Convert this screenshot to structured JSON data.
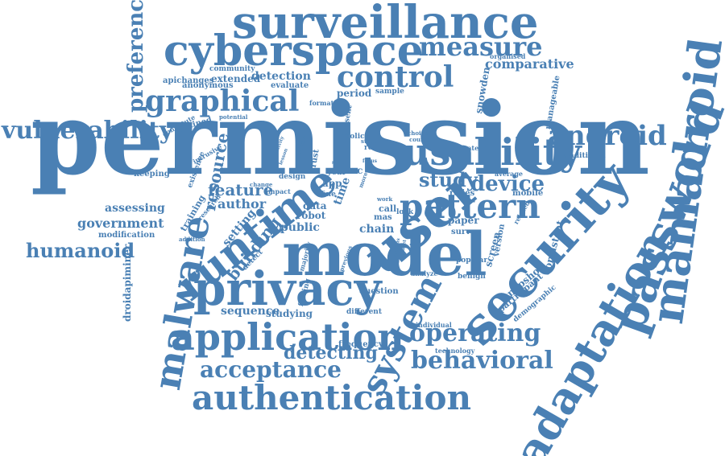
{
  "color": "#4a80b4",
  "words": [
    {
      "id": "permission",
      "text": "permission"
    },
    {
      "id": "surveillance",
      "text": "surveillance"
    },
    {
      "id": "cyberspace",
      "text": "cyberspace"
    },
    {
      "id": "measure",
      "text": "measure"
    },
    {
      "id": "control",
      "text": "control"
    },
    {
      "id": "graphical",
      "text": "graphical"
    },
    {
      "id": "vulnerability",
      "text": "vulnerability"
    },
    {
      "id": "preference",
      "text": "preference"
    },
    {
      "id": "usability",
      "text": "usability"
    },
    {
      "id": "android",
      "text": "android"
    },
    {
      "id": "password",
      "text": "password"
    },
    {
      "id": "mamadroid",
      "text": "mamadroid"
    },
    {
      "id": "security",
      "text": "security"
    },
    {
      "id": "adaptation",
      "text": "adaptation"
    },
    {
      "id": "user",
      "text": "user"
    },
    {
      "id": "runtime",
      "text": "runtime"
    },
    {
      "id": "model",
      "text": "model"
    },
    {
      "id": "privacy",
      "text": "privacy"
    },
    {
      "id": "malware",
      "text": "malware"
    },
    {
      "id": "application",
      "text": "application"
    },
    {
      "id": "authentication",
      "text": "authentication"
    },
    {
      "id": "acceptance",
      "text": "acceptance"
    },
    {
      "id": "detecting",
      "text": "detecting"
    },
    {
      "id": "system",
      "text": "system"
    },
    {
      "id": "operating",
      "text": "operating"
    },
    {
      "id": "behavioral",
      "text": "behavioral"
    },
    {
      "id": "pattern",
      "text": "pattern"
    },
    {
      "id": "study",
      "text": "study"
    },
    {
      "id": "device",
      "text": "device"
    },
    {
      "id": "feature",
      "text": "feature"
    },
    {
      "id": "humanoid",
      "text": "humanoid"
    },
    {
      "id": "government",
      "text": "government"
    },
    {
      "id": "assessing",
      "text": "assessing"
    },
    {
      "id": "modification",
      "text": "modification"
    },
    {
      "id": "keeping",
      "text": "keeping"
    },
    {
      "id": "resource",
      "text": "resource"
    },
    {
      "id": "building",
      "text": "building"
    },
    {
      "id": "setting",
      "text": "setting"
    },
    {
      "id": "author",
      "text": "author"
    },
    {
      "id": "droidapiminer",
      "text": "droidapiminer"
    },
    {
      "id": "sequence",
      "text": "sequence"
    },
    {
      "id": "studying",
      "text": "studying"
    },
    {
      "id": "apichanges",
      "text": "apichanges"
    },
    {
      "id": "anonymous",
      "text": "anonymous"
    },
    {
      "id": "community",
      "text": "community"
    },
    {
      "id": "extended",
      "text": "extended"
    },
    {
      "id": "detection",
      "text": "detection"
    },
    {
      "id": "evaluate",
      "text": "evaluate"
    },
    {
      "id": "period",
      "text": "period"
    },
    {
      "id": "sample",
      "text": "sample"
    },
    {
      "id": "formation",
      "text": "formation"
    },
    {
      "id": "comparative",
      "text": "comparative"
    },
    {
      "id": "organised",
      "text": "organised"
    },
    {
      "id": "snowden",
      "text": "snowden"
    },
    {
      "id": "manageable",
      "text": "manageable"
    },
    {
      "id": "traditional",
      "text": "traditional"
    },
    {
      "id": "mobile",
      "text": "mobile"
    },
    {
      "id": "paper",
      "text": "paper"
    },
    {
      "id": "survey",
      "text": "survey"
    },
    {
      "id": "chain",
      "text": "chain"
    },
    {
      "id": "public",
      "text": "public"
    },
    {
      "id": "robot",
      "text": "robot"
    },
    {
      "id": "data",
      "text": "data"
    },
    {
      "id": "call",
      "text": "call"
    },
    {
      "id": "mas",
      "text": "mas"
    },
    {
      "id": "lock",
      "text": "lock"
    },
    {
      "id": "relies",
      "text": "relies"
    },
    {
      "id": "screen",
      "text": "screen"
    },
    {
      "id": "version",
      "text": "version"
    },
    {
      "id": "consistent",
      "text": "consistent"
    },
    {
      "id": "snapshot",
      "text": "snapshot"
    },
    {
      "id": "participant",
      "text": "participant"
    },
    {
      "id": "demographic",
      "text": "demographic"
    },
    {
      "id": "popular",
      "text": "popular"
    },
    {
      "id": "benign",
      "text": "benign"
    },
    {
      "id": "analyze",
      "text": "analyze"
    },
    {
      "id": "question",
      "text": "question"
    },
    {
      "id": "different",
      "text": "different"
    },
    {
      "id": "frequency",
      "text": "frequency"
    },
    {
      "id": "technology",
      "text": "technology"
    },
    {
      "id": "individual",
      "text": "individual"
    },
    {
      "id": "finding",
      "text": "finding"
    },
    {
      "id": "majority",
      "text": "majority"
    },
    {
      "id": "detect",
      "text": "detect"
    },
    {
      "id": "training",
      "text": "training"
    },
    {
      "id": "research",
      "text": "research"
    },
    {
      "id": "design",
      "text": "design"
    },
    {
      "id": "year",
      "text": "year"
    },
    {
      "id": "acc",
      "text": "acc"
    },
    {
      "id": "trust",
      "text": "trust"
    },
    {
      "id": "app",
      "text": "app"
    },
    {
      "id": "time",
      "text": "time"
    },
    {
      "id": "fine",
      "text": "fine"
    },
    {
      "id": "impact",
      "text": "impact"
    },
    {
      "id": "change",
      "text": "change"
    },
    {
      "id": "existence",
      "text": "existence"
    },
    {
      "id": "intrusive",
      "text": "intrusive"
    },
    {
      "id": "grained",
      "text": "grained"
    },
    {
      "id": "constitute",
      "text": "constitute"
    },
    {
      "id": "potential",
      "text": "potential"
    },
    {
      "id": "present",
      "text": "present"
    },
    {
      "id": "policy",
      "text": "policy"
    },
    {
      "id": "result",
      "text": "result"
    },
    {
      "id": "state",
      "text": "state"
    },
    {
      "id": "analysis",
      "text": "analysis"
    },
    {
      "id": "course",
      "text": "course"
    },
    {
      "id": "choice",
      "text": "choice"
    },
    {
      "id": "operate",
      "text": "operate"
    },
    {
      "id": "average",
      "text": "average"
    },
    {
      "id": "related",
      "text": "related"
    },
    {
      "id": "addition",
      "text": "addition"
    },
    {
      "id": "work",
      "text": "work"
    },
    {
      "id": "previous",
      "text": "previous"
    },
    {
      "id": "various",
      "text": "various"
    },
    {
      "id": "dataset",
      "text": "dataset"
    },
    {
      "id": "space",
      "text": "space"
    },
    {
      "id": "focus",
      "text": "focus"
    },
    {
      "id": "more",
      "text": "more"
    },
    {
      "id": "activity",
      "text": "activity"
    },
    {
      "id": "lesson",
      "text": "lesson"
    }
  ]
}
